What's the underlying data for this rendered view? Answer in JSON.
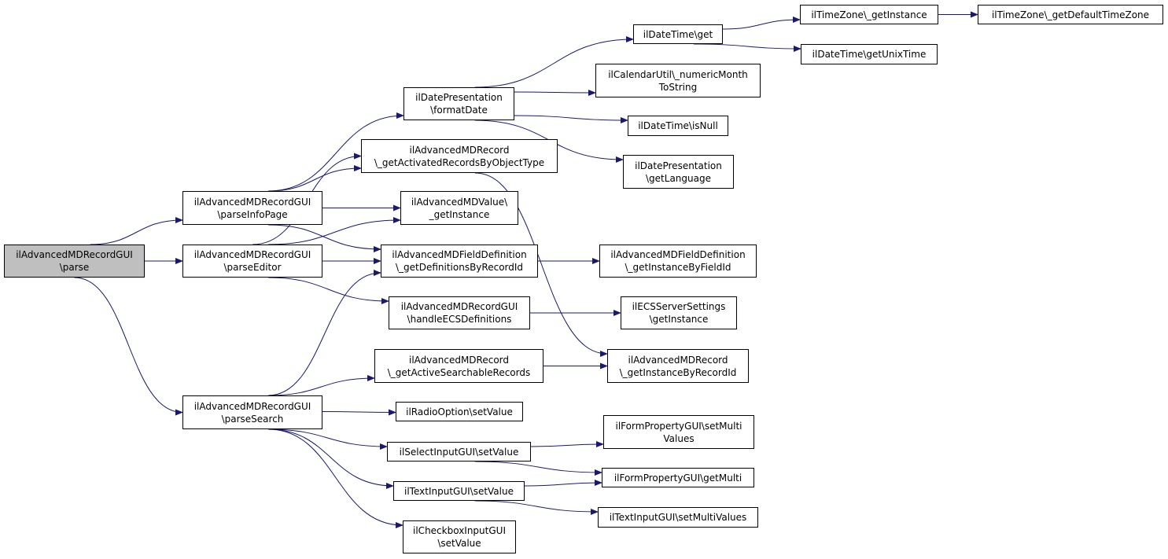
{
  "colors": {
    "edge": "#191970",
    "root_fill": "#bfbfbf",
    "node_fill": "#ffffff",
    "border": "#000000"
  },
  "nodes": [
    {
      "id": "root",
      "lines": [
        "ilAdvancedMDRecordGUI",
        "\\parse"
      ],
      "root": true
    },
    {
      "id": "infopage",
      "lines": [
        "ilAdvancedMDRecordGUI",
        "\\parseInfoPage"
      ]
    },
    {
      "id": "editor",
      "lines": [
        "ilAdvancedMDRecordGUI",
        "\\parseEditor"
      ]
    },
    {
      "id": "search",
      "lines": [
        "ilAdvancedMDRecordGUI",
        "\\parseSearch"
      ]
    },
    {
      "id": "formatdate",
      "lines": [
        "ilDatePresentation",
        "\\formatDate"
      ]
    },
    {
      "id": "activated",
      "lines": [
        "ilAdvancedMDRecord",
        "\\_getActivatedRecordsByObjectType"
      ]
    },
    {
      "id": "valueinst",
      "lines": [
        "ilAdvancedMDValue\\",
        "_getInstance"
      ]
    },
    {
      "id": "fielddefs",
      "lines": [
        "ilAdvancedMDFieldDefinition",
        "\\_getDefinitionsByRecordId"
      ]
    },
    {
      "id": "handleecs",
      "lines": [
        "ilAdvancedMDRecordGUI",
        "\\handleECSDefinitions"
      ]
    },
    {
      "id": "activesearch",
      "lines": [
        "ilAdvancedMDRecord",
        "\\_getActiveSearchableRecords"
      ]
    },
    {
      "id": "radio",
      "lines": [
        "ilRadioOption\\setValue"
      ]
    },
    {
      "id": "select",
      "lines": [
        "ilSelectInputGUI\\setValue"
      ]
    },
    {
      "id": "textinput",
      "lines": [
        "ilTextInputGUI\\setValue"
      ]
    },
    {
      "id": "checkbox",
      "lines": [
        "ilCheckboxInputGUI",
        "\\setValue"
      ]
    },
    {
      "id": "dtget",
      "lines": [
        "ilDateTime\\get"
      ]
    },
    {
      "id": "calutil",
      "lines": [
        "ilCalendarUtil\\_numericMonth",
        "ToString"
      ]
    },
    {
      "id": "isnull",
      "lines": [
        "ilDateTime\\isNull"
      ]
    },
    {
      "id": "getlang",
      "lines": [
        "ilDatePresentation",
        "\\getLanguage"
      ]
    },
    {
      "id": "fieldinst",
      "lines": [
        "ilAdvancedMDFieldDefinition",
        "\\_getInstanceByFieldId"
      ]
    },
    {
      "id": "ecsinst",
      "lines": [
        "ilECSServerSettings",
        "\\getInstance"
      ]
    },
    {
      "id": "recinst",
      "lines": [
        "ilAdvancedMDRecord",
        "\\_getInstanceByRecordId"
      ]
    },
    {
      "id": "setmultivalues",
      "lines": [
        "ilFormPropertyGUI\\setMulti",
        "Values"
      ]
    },
    {
      "id": "getmulti",
      "lines": [
        "ilFormPropertyGUI\\getMulti"
      ]
    },
    {
      "id": "textsetmulti",
      "lines": [
        "ilTextInputGUI\\setMultiValues"
      ]
    },
    {
      "id": "tzinst",
      "lines": [
        "ilTimeZone\\_getInstance"
      ]
    },
    {
      "id": "unixtime",
      "lines": [
        "ilDateTime\\getUnixTime"
      ]
    },
    {
      "id": "tzdefault",
      "lines": [
        "ilTimeZone\\_getDefaultTimeZone"
      ]
    }
  ],
  "edges": [
    [
      "root",
      "infopage"
    ],
    [
      "root",
      "editor"
    ],
    [
      "root",
      "search"
    ],
    [
      "infopage",
      "formatdate"
    ],
    [
      "infopage",
      "activated"
    ],
    [
      "infopage",
      "valueinst"
    ],
    [
      "infopage",
      "fielddefs"
    ],
    [
      "editor",
      "activated"
    ],
    [
      "editor",
      "valueinst"
    ],
    [
      "editor",
      "fielddefs"
    ],
    [
      "editor",
      "handleecs"
    ],
    [
      "search",
      "fielddefs"
    ],
    [
      "search",
      "activesearch"
    ],
    [
      "search",
      "radio"
    ],
    [
      "search",
      "select"
    ],
    [
      "search",
      "textinput"
    ],
    [
      "search",
      "checkbox"
    ],
    [
      "formatdate",
      "dtget"
    ],
    [
      "formatdate",
      "calutil"
    ],
    [
      "formatdate",
      "isnull"
    ],
    [
      "formatdate",
      "getlang"
    ],
    [
      "activated",
      "recinst"
    ],
    [
      "fielddefs",
      "fieldinst"
    ],
    [
      "handleecs",
      "ecsinst"
    ],
    [
      "activesearch",
      "recinst"
    ],
    [
      "select",
      "setmultivalues"
    ],
    [
      "select",
      "getmulti"
    ],
    [
      "textinput",
      "getmulti"
    ],
    [
      "textinput",
      "textsetmulti"
    ],
    [
      "dtget",
      "tzinst"
    ],
    [
      "dtget",
      "unixtime"
    ],
    [
      "tzinst",
      "tzdefault"
    ]
  ]
}
